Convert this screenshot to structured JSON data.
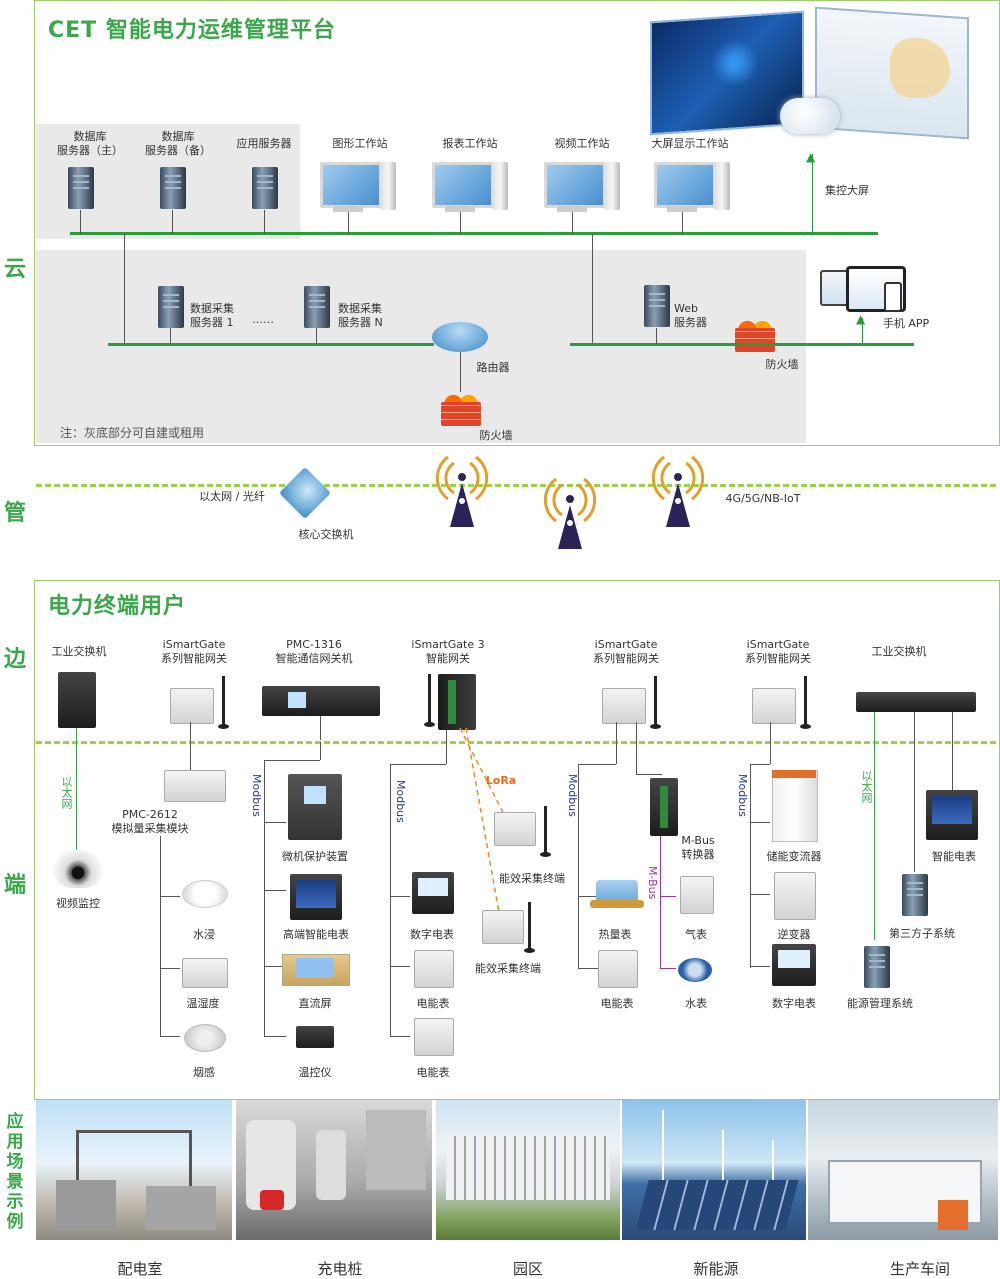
{
  "cloud": {
    "title": "CET 智能电力运维管理平台",
    "db_main": "数据库\n服务器（主）",
    "db_backup": "数据库\n服务器（备）",
    "app_server": "应用服务器",
    "graphic_ws": "图形工作站",
    "report_ws": "报表工作站",
    "video_ws": "视频工作站",
    "bigscreen_ws": "大屏显示工作站",
    "central_screen": "集控大屏",
    "collect1": "数据采集\n服务器 1",
    "dots": "……",
    "collectN": "数据采集\n服务器 N",
    "router": "路由器",
    "firewall1": "防火墙",
    "web_server": "Web\n服务器",
    "firewall2": "防火墙",
    "mobile_app": "手机 APP",
    "note": "注：灰底部分可自建或租用"
  },
  "pipe": {
    "ethernet": "以太网 / 光纤",
    "core_switch": "核心交换机",
    "wireless": "4G/5G/NB-IoT"
  },
  "edge": {
    "title": "电力终端用户",
    "ind_switch1": "工业交换机",
    "ismart1": "iSmartGate\n系列智能网关",
    "pmc1316": "PMC-1316\n智能通信网关机",
    "ismart3": "iSmartGate 3\n智能网关",
    "ismart2": "iSmartGate\n系列智能网关",
    "ismart4": "iSmartGate\n系列智能网关",
    "ind_switch2": "工业交换机"
  },
  "terminal": {
    "ethernet1": "以太网",
    "video": "视频监控",
    "pmc2612": "PMC-2612\n模拟量采集模块",
    "water_immersion": "水浸",
    "temp_humidity": "温湿度",
    "smoke": "烟感",
    "modbus1": "Modbus",
    "protection": "微机保护装置",
    "hi_meter": "高端智能电表",
    "dc_screen": "直流屏",
    "temp_ctrl": "温控仪",
    "modbus2": "Modbus",
    "digital_meter1": "数字电表",
    "energy_meter1": "电能表",
    "energy_meter2": "电能表",
    "lora": "LoRa",
    "eff_terminal1": "能效采集终端",
    "eff_terminal2": "能效采集终端",
    "modbus3": "Modbus",
    "heat_meter": "热量表",
    "energy_meter3": "电能表",
    "mbus_conv": "M-Bus\n转换器",
    "mbus": "M-Bus",
    "gas_meter": "气表",
    "water_meter": "水表",
    "modbus4": "Modbus",
    "storage_pcs": "储能变流器",
    "inverter": "逆变器",
    "digital_meter2": "数字电表",
    "ethernet2": "以太网",
    "smart_meter": "智能电表",
    "third_party": "第三方子系统",
    "ems": "能源管理系统"
  },
  "side_labels": {
    "cloud": "云",
    "pipe": "管",
    "edge": "边",
    "terminal": "端",
    "scenario": "应\n用\n场\n景\n示\n例"
  },
  "scenarios": [
    "配电室",
    "充电桩",
    "园区",
    "新能源",
    "生产车间"
  ]
}
